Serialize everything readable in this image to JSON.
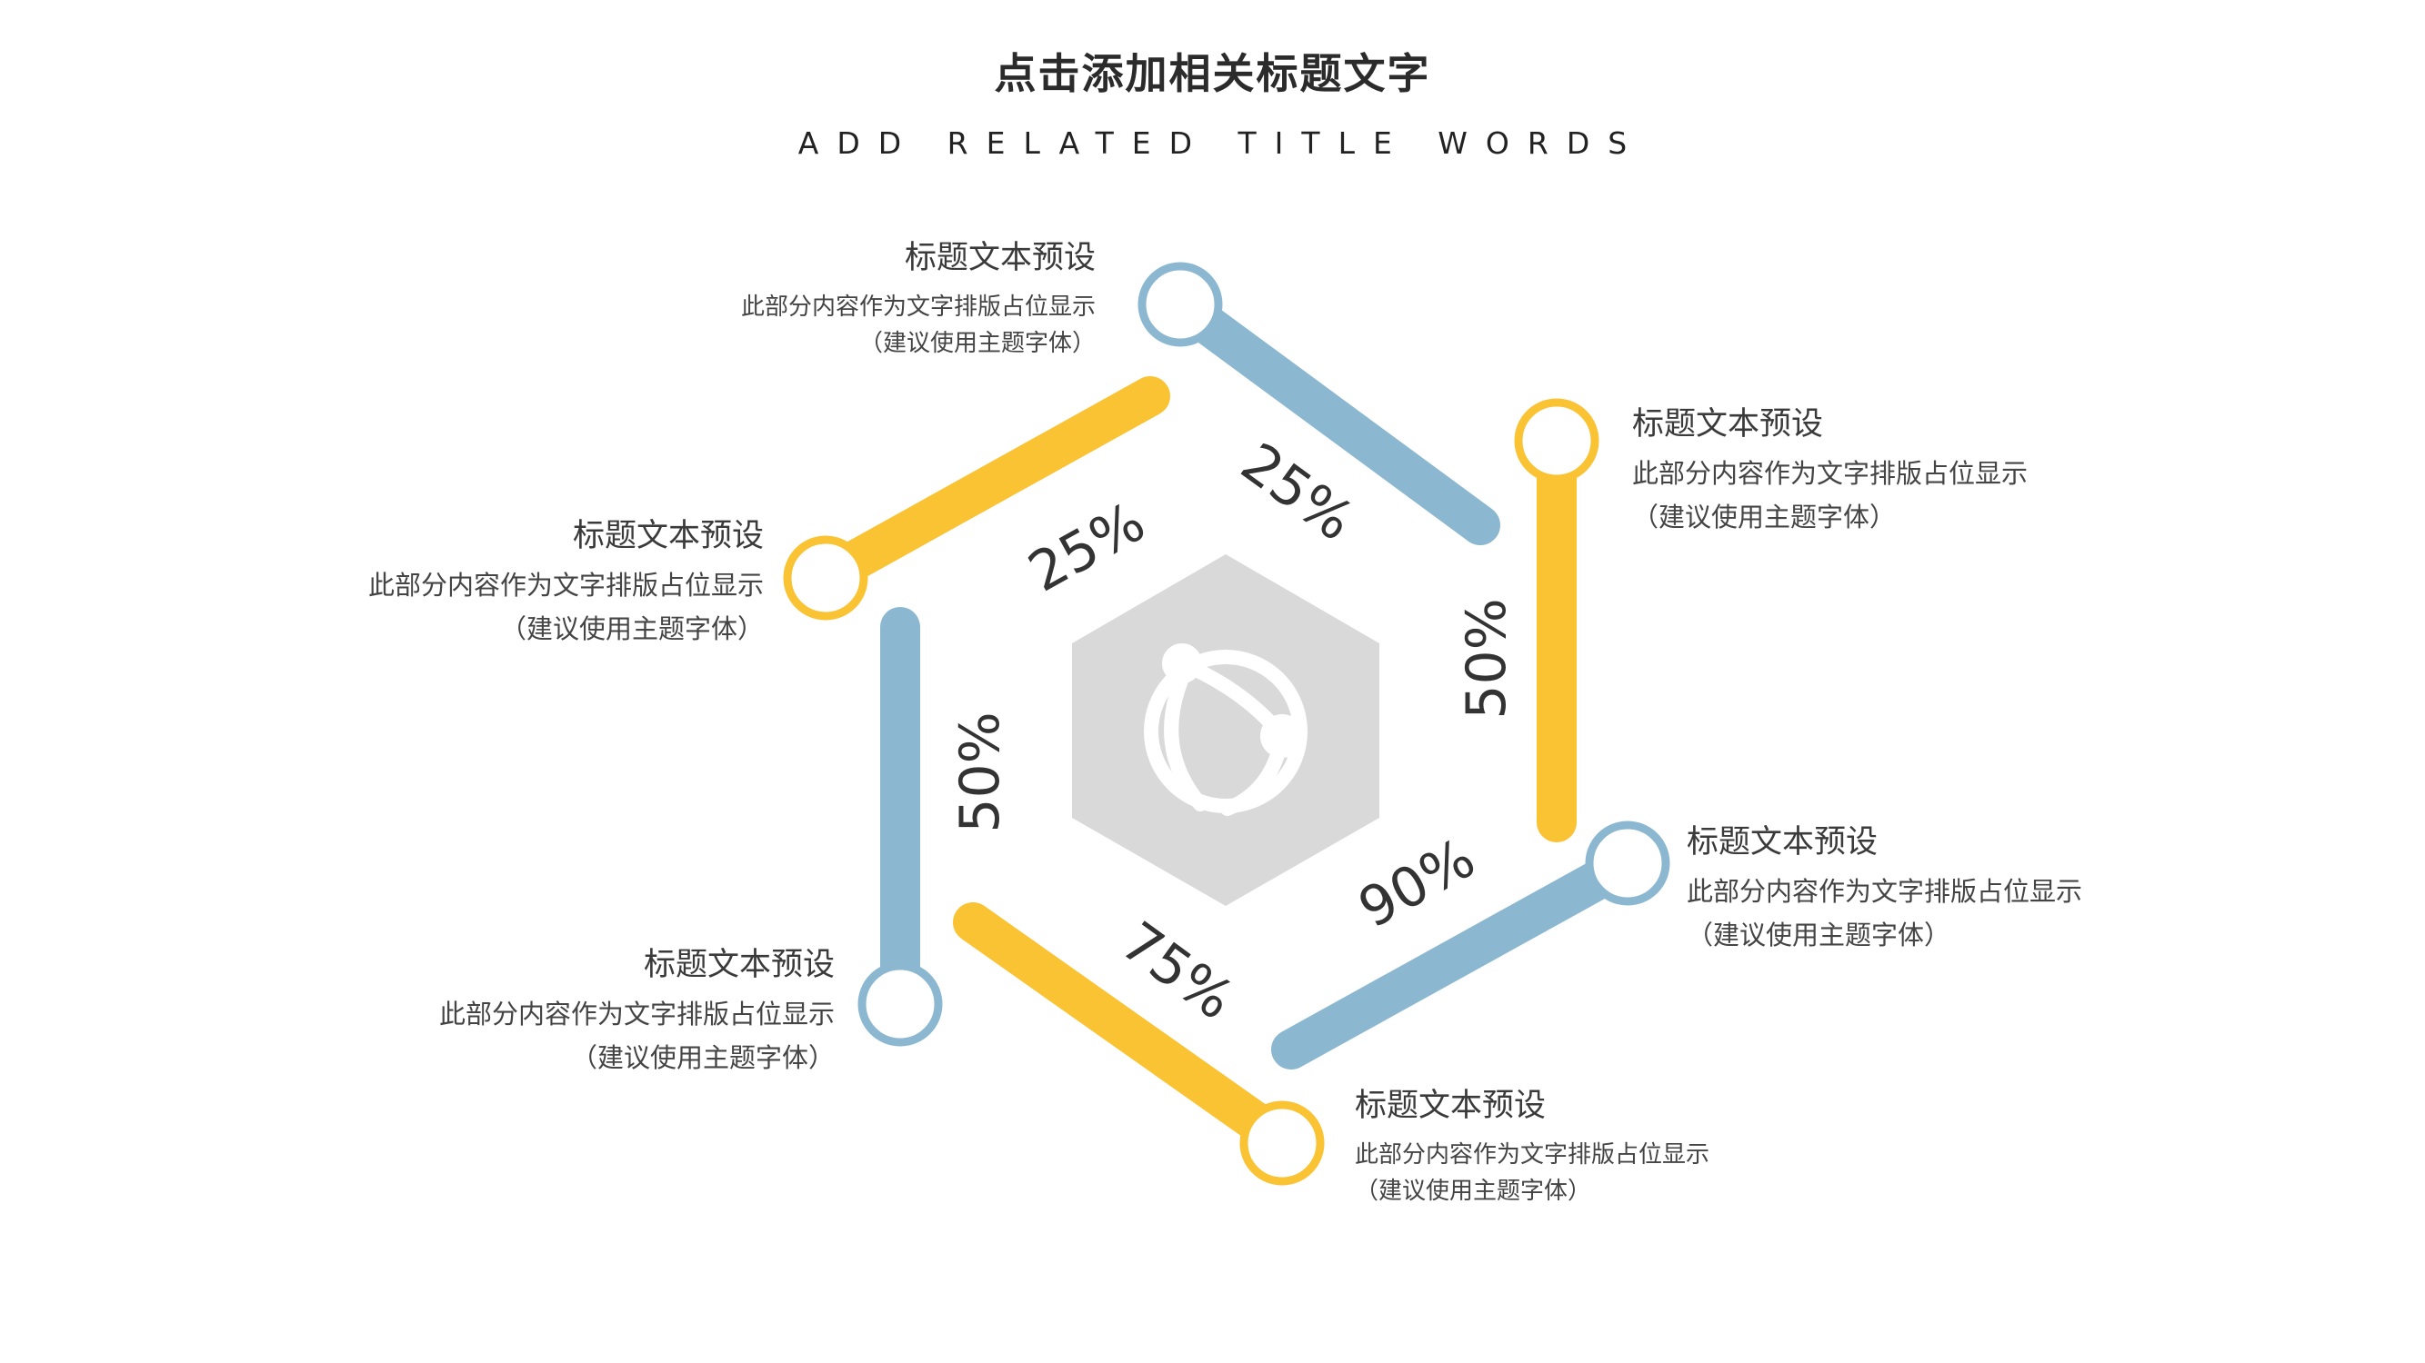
{
  "header": {
    "title": "点击添加相关标题文字",
    "subtitle": "ADD RELATED TITLE WORDS"
  },
  "colors": {
    "blue": "#8BB8D0",
    "yellow": "#FAC334",
    "hexagon": "#D9D9D9"
  },
  "center_icon": "globe-icon",
  "segments": [
    {
      "id": "top-right",
      "value": "25%",
      "color": "blue"
    },
    {
      "id": "top-left",
      "value": "25%",
      "color": "yellow"
    },
    {
      "id": "right",
      "value": "50%",
      "color": "yellow"
    },
    {
      "id": "left",
      "value": "50%",
      "color": "blue"
    },
    {
      "id": "bottom-right",
      "value": "90%",
      "color": "blue"
    },
    {
      "id": "bottom-left",
      "value": "75%",
      "color": "yellow"
    }
  ],
  "labels": [
    {
      "title": "标题文本预设",
      "desc": "此部分内容作为文字排版占位显示",
      "note": "（建议使用主题字体）"
    },
    {
      "title": "标题文本预设",
      "desc": "此部分内容作为文字排版占位显示",
      "note": "（建议使用主题字体）"
    },
    {
      "title": "标题文本预设",
      "desc": "此部分内容作为文字排版占位显示",
      "note": "（建议使用主题字体）"
    },
    {
      "title": "标题文本预设",
      "desc": "此部分内容作为文字排版占位显示",
      "note": "（建议使用主题字体）"
    },
    {
      "title": "标题文本预设",
      "desc": "此部分内容作为文字排版占位显示",
      "note": "（建议使用主题字体）"
    },
    {
      "title": "标题文本预设",
      "desc": "此部分内容作为文字排版占位显示",
      "note": "（建议使用主题字体）"
    }
  ]
}
